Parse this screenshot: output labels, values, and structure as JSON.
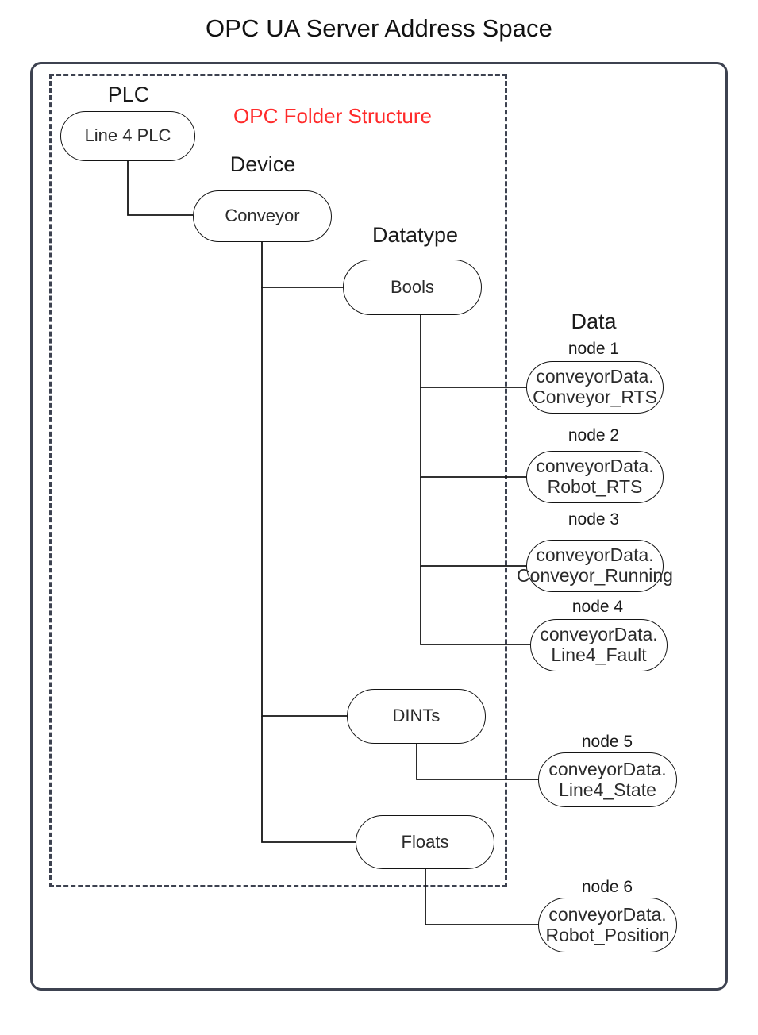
{
  "title": "OPC UA Server Address Space",
  "annotations": {
    "folder_structure": "OPC Folder Structure",
    "folder_structure_color": "#ff2b2b"
  },
  "column_labels": [
    {
      "id": "plc",
      "text": "PLC"
    },
    {
      "id": "device",
      "text": "Device"
    },
    {
      "id": "datatype",
      "text": "Datatype"
    },
    {
      "id": "data",
      "text": "Data"
    }
  ],
  "node_captions": [
    {
      "id": "node1",
      "text": "node 1"
    },
    {
      "id": "node2",
      "text": "node 2"
    },
    {
      "id": "node3",
      "text": "node 3"
    },
    {
      "id": "node4",
      "text": "node 4"
    },
    {
      "id": "node5",
      "text": "node 5"
    },
    {
      "id": "node6",
      "text": "node 6"
    }
  ],
  "nodes": {
    "plc": {
      "label": "Line 4 PLC"
    },
    "device": {
      "label": "Conveyor"
    },
    "bools": {
      "label": "Bools"
    },
    "dints": {
      "label": "DINTs"
    },
    "floats": {
      "label": "Floats"
    },
    "node1": {
      "line1": "conveyorData.",
      "line2": "Conveyor_RTS"
    },
    "node2": {
      "line1": "conveyorData.",
      "line2": "Robot_RTS"
    },
    "node3": {
      "line1": "conveyorData.",
      "line2": "Conveyor_Running"
    },
    "node4": {
      "line1": "conveyorData.",
      "line2": "Line4_Fault"
    },
    "node5": {
      "line1": "conveyorData.",
      "line2": "Line4_State"
    },
    "node6": {
      "line1": "conveyorData.",
      "line2": "Robot_Position"
    }
  },
  "colors": {
    "frame": "#3d4250",
    "node_stroke": "#141414",
    "text": "#1a1a1a",
    "accent_red": "#ff2b2b",
    "background": "#ffffff"
  }
}
